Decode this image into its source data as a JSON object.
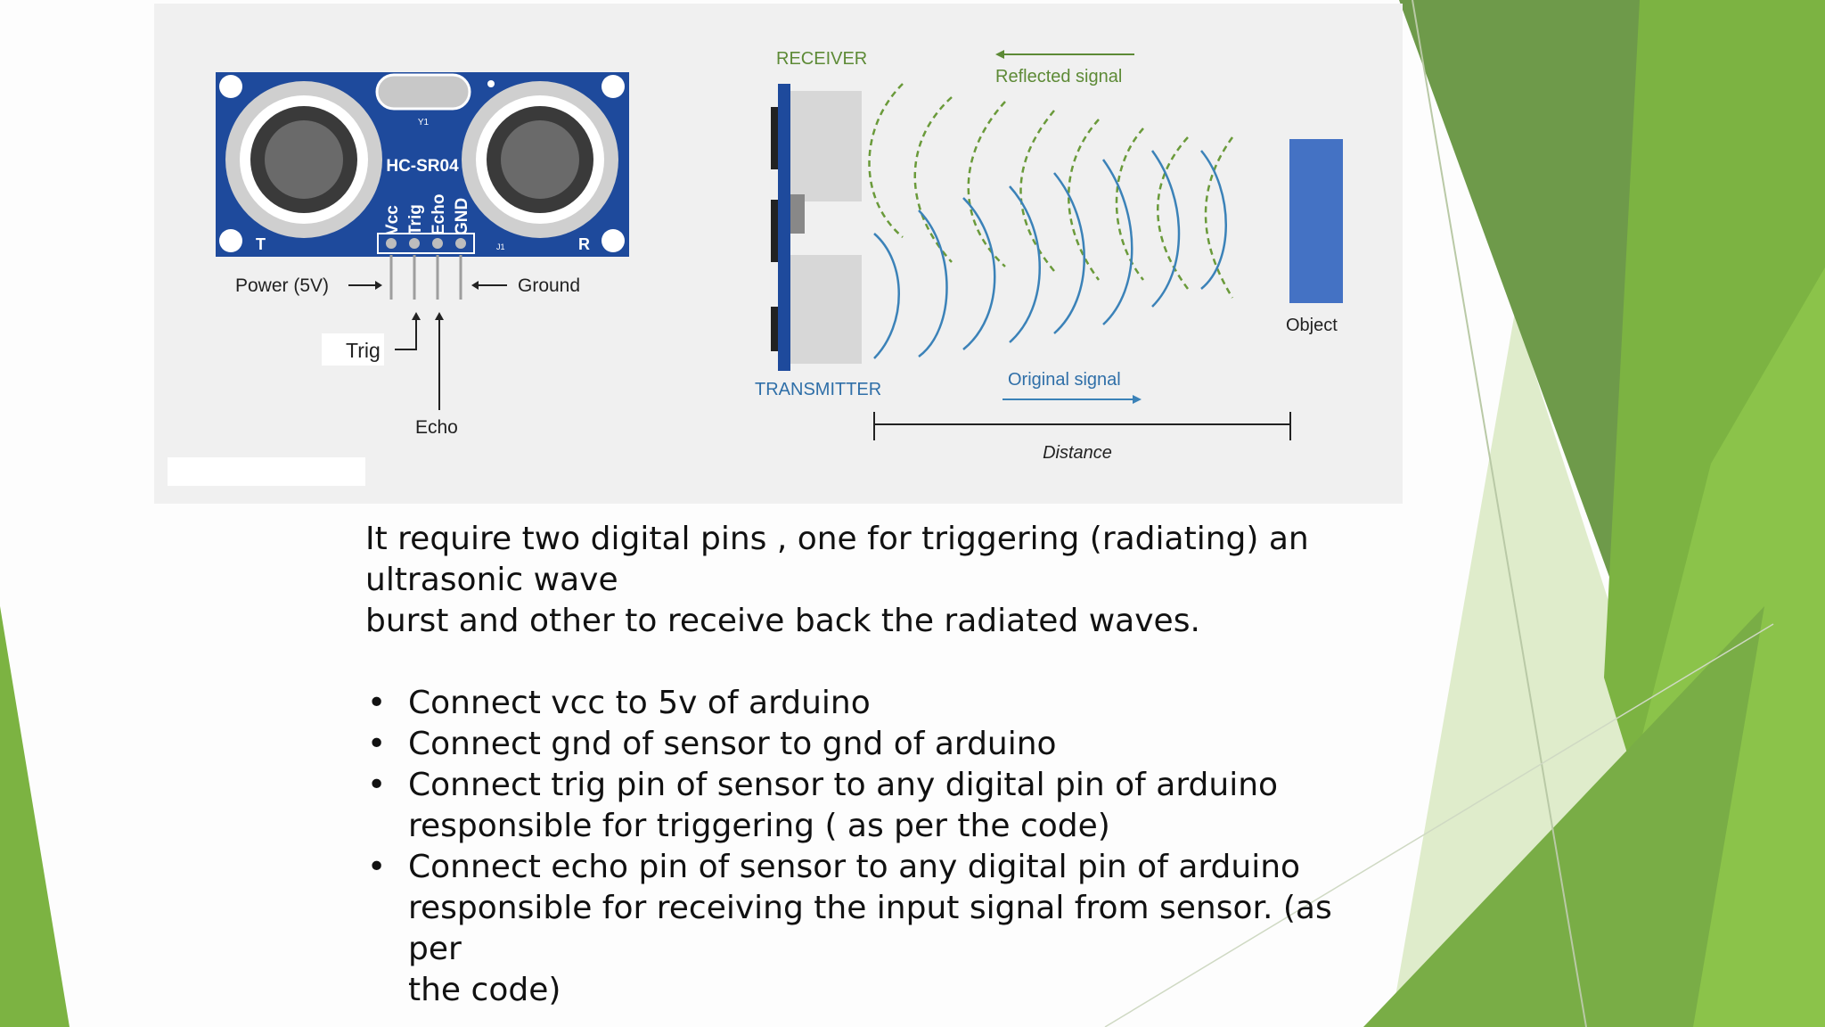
{
  "colors": {
    "green_dark": "#6e9a4a",
    "green_mid": "#7cb342",
    "green_light": "#8bc34a",
    "green_pale": "#dce9c2",
    "board_blue": "#1e4a9c",
    "wave_blue": "#3b82b8",
    "wave_green": "#6a9a3a",
    "object_blue": "#4472c4"
  },
  "module": {
    "model": "HC-SR04",
    "crystal": "Y1",
    "connector": "J1",
    "t_mark": "T",
    "r_mark": "R",
    "pins": [
      "Vcc",
      "Trig",
      "Echo",
      "GND"
    ],
    "label_power": "Power (5V)",
    "label_ground": "Ground",
    "label_trig": "Trig",
    "label_echo": "Echo"
  },
  "diagram": {
    "receiver": "RECEIVER",
    "transmitter": "TRANSMITTER",
    "reflected": "Reflected signal",
    "original": "Original signal",
    "object": "Object",
    "distance": "Distance"
  },
  "body": {
    "paragraph_line1": "It require two digital pins , one for triggering (radiating) an",
    "paragraph_line2": "ultrasonic wave",
    "paragraph_line3": "burst and other to receive back the radiated waves.",
    "bullet_symbol": "•",
    "bullets": [
      {
        "line1": "Connect vcc to 5v of arduino",
        "line2": "",
        "line3": ""
      },
      {
        "line1": "Connect gnd of sensor to gnd of arduino",
        "line2": "",
        "line3": ""
      },
      {
        "line1": "Connect trig pin of sensor to any digital pin of arduino",
        "line2": "responsible for  triggering ( as per the code)",
        "line3": ""
      },
      {
        "line1": "Connect echo pin of sensor to any digital pin of arduino",
        "line2": "responsible for  receiving the input signal from sensor. (as per",
        "line3": "the code)"
      }
    ]
  }
}
